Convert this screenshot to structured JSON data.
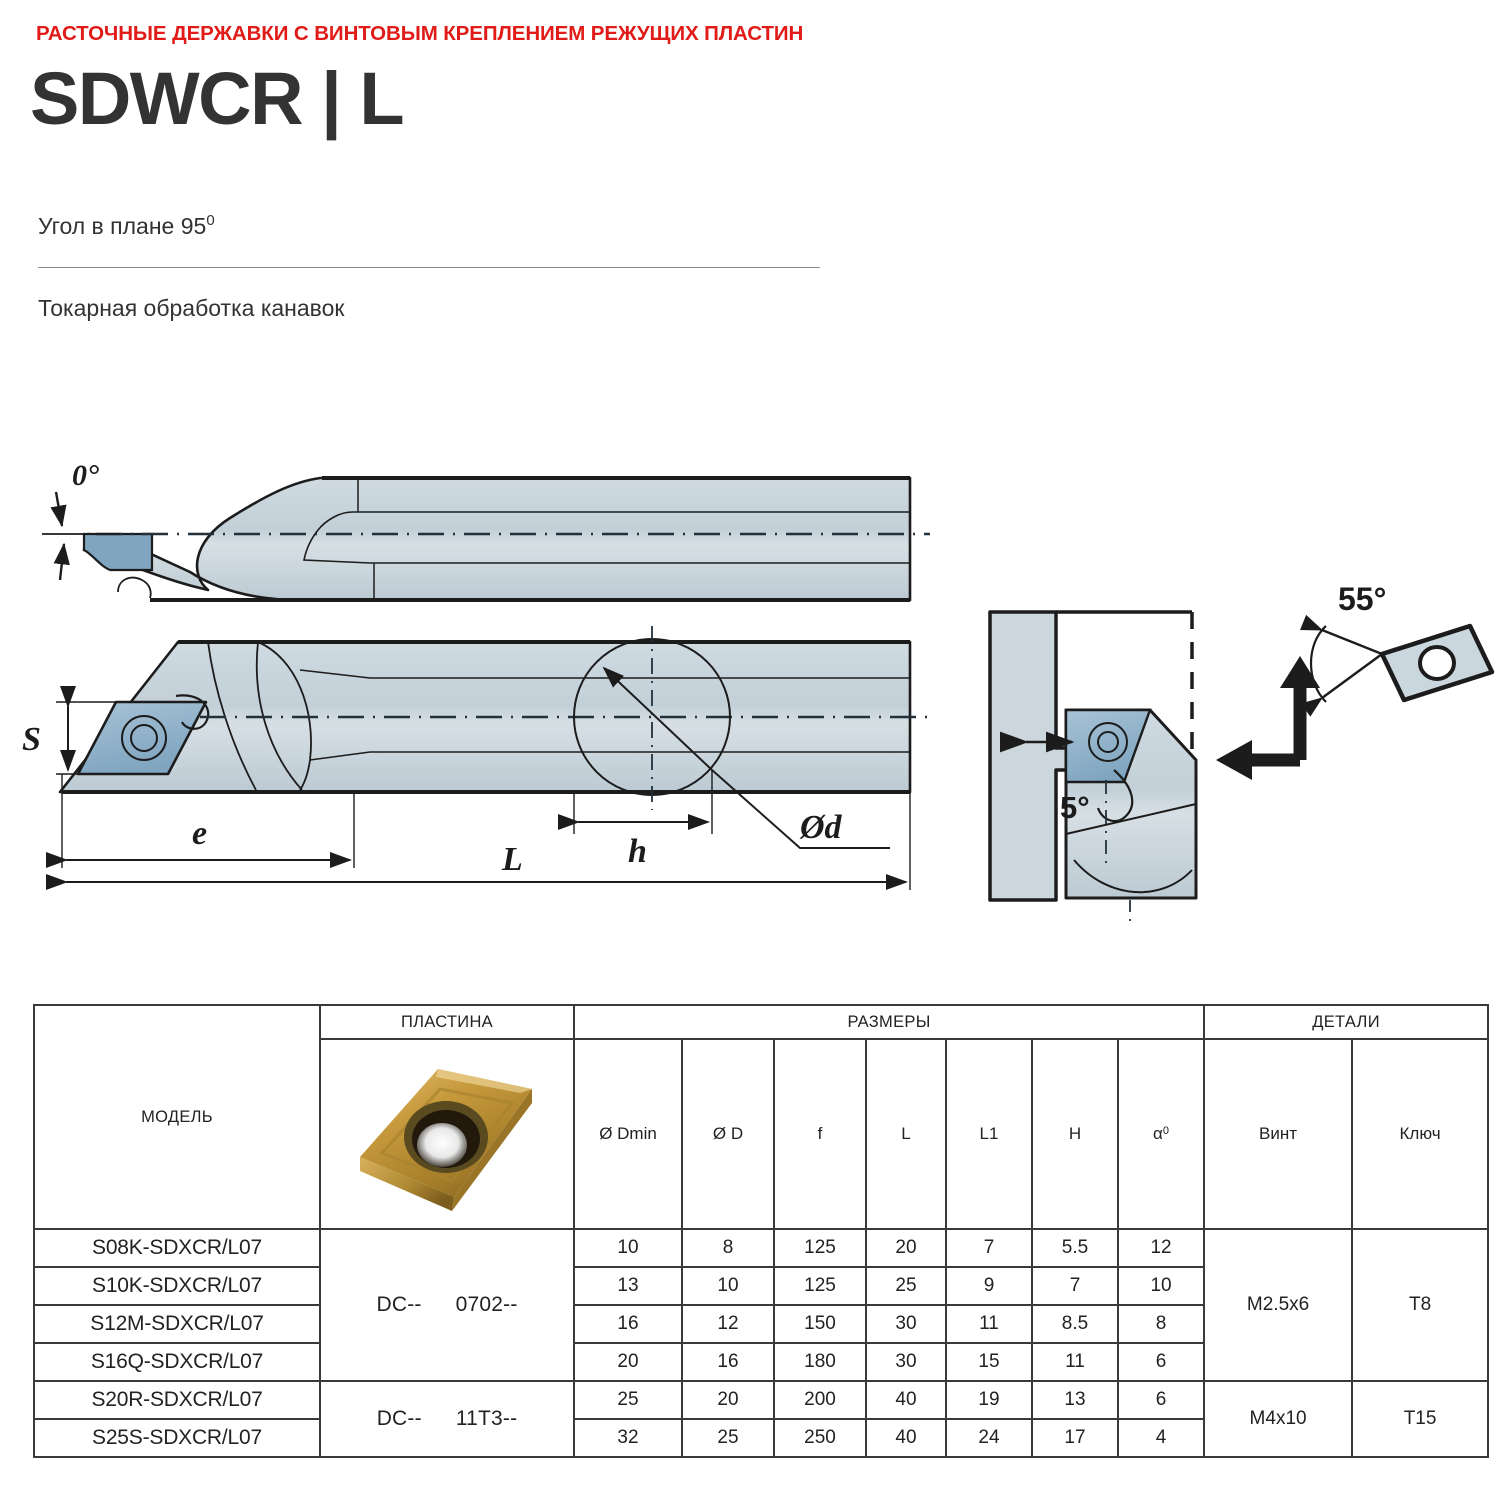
{
  "header": {
    "kicker": "РАСТОЧНЫЕ ДЕРЖАВКИ С ВИНТОВЫМ КРЕПЛЕНИЕМ РЕЖУЩИХ ПЛАСТИН",
    "family": "SDWCR | L",
    "spec_label": "Угол в плане 95",
    "spec_degree": "0",
    "application": "Токарная обработка канавок"
  },
  "colors": {
    "accent_red": "#e01b18",
    "title_gray": "#333333",
    "body_fill": "#c3d0d8",
    "body_fill_light": "#d4dde3",
    "insert_fill": "#8fb2c9",
    "insert_fill_dark": "#7da3bd",
    "outline": "#1c1c1c",
    "table_border": "#3a3a3a",
    "insert_gold": "#c79a3c",
    "insert_gold_dark": "#8d6a22",
    "insert_gold_light": "#e0bb6a"
  },
  "drawing": {
    "annotations": [
      {
        "name": "rake-angle",
        "text": "0°"
      },
      {
        "name": "shank-height",
        "text": "S"
      },
      {
        "name": "cutting-edge-offset",
        "text": "e"
      },
      {
        "name": "overall-length",
        "text": "L"
      },
      {
        "name": "head-length",
        "text": "h"
      },
      {
        "name": "shank-diameter",
        "text": "Ød"
      },
      {
        "name": "clearance-angle",
        "text": "5°"
      },
      {
        "name": "insert-included-angle",
        "text": "55°"
      }
    ]
  },
  "table": {
    "headers": {
      "model": "МОДЕЛЬ",
      "insert": "ПЛАСТИНА",
      "dimensions": "РАЗМЕРЫ",
      "parts": "ДЕТАЛИ",
      "dim_cols": [
        "Ø Dmin",
        "Ø D",
        "f",
        "L",
        "L1",
        "H",
        "α"
      ],
      "alpha_sup": "0",
      "parts_cols": [
        "Винт",
        "Ключ"
      ]
    },
    "rows": [
      {
        "model": "S08K-SDXCR/L07",
        "dmin": "10",
        "d": "8",
        "f": "125",
        "l": "20",
        "l1": "7",
        "h": "5.5",
        "alpha": "12"
      },
      {
        "model": "S10K-SDXCR/L07",
        "dmin": "13",
        "d": "10",
        "f": "125",
        "l": "25",
        "l1": "9",
        "h": "7",
        "alpha": "10"
      },
      {
        "model": "S12M-SDXCR/L07",
        "dmin": "16",
        "d": "12",
        "f": "150",
        "l": "30",
        "l1": "11",
        "h": "8.5",
        "alpha": "8"
      },
      {
        "model": "S16Q-SDXCR/L07",
        "dmin": "20",
        "d": "16",
        "f": "180",
        "l": "30",
        "l1": "15",
        "h": "11",
        "alpha": "6"
      },
      {
        "model": "S20R-SDXCR/L07",
        "dmin": "25",
        "d": "20",
        "f": "200",
        "l": "40",
        "l1": "19",
        "h": "13",
        "alpha": "6"
      },
      {
        "model": "S25S-SDXCR/L07",
        "dmin": "32",
        "d": "25",
        "f": "250",
        "l": "40",
        "l1": "24",
        "h": "17",
        "alpha": "4"
      }
    ],
    "insert_groups": [
      {
        "prefix": "DC--",
        "size": "0702--",
        "rows": 4
      },
      {
        "prefix": "DC--",
        "size": "11T3--",
        "rows": 2
      }
    ],
    "parts_groups": [
      {
        "screw": "M2.5x6",
        "key": "T8",
        "rows": 4
      },
      {
        "screw": "M4x10",
        "key": "T15",
        "rows": 2
      }
    ]
  }
}
